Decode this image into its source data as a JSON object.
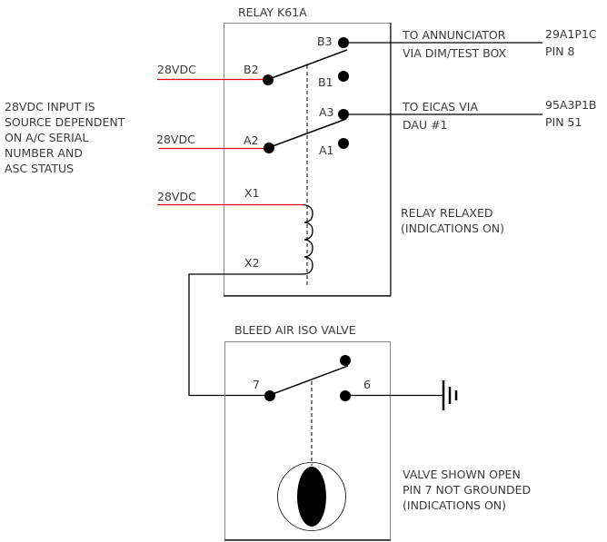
{
  "relay": {
    "title": "RELAY  K61A",
    "pins": {
      "b3": "B3",
      "b2": "B2",
      "b1": "B1",
      "a3": "A3",
      "a2": "A2",
      "a1": "A1",
      "x1": "X1",
      "x2": "X2"
    },
    "state_note": [
      "RELAY RELAXED",
      "(INDICATIONS ON)"
    ]
  },
  "inputs": {
    "b2_source": "28VDC",
    "a2_source": "28VDC",
    "x1_source": "28VDC",
    "source_note": [
      "28VDC INPUT IS",
      "SOURCE DEPENDENT",
      "ON A/C SERIAL",
      "NUMBER AND",
      "ASC STATUS"
    ]
  },
  "outputs": {
    "b3": {
      "destination": [
        "TO ANNUNCIATOR",
        "VIA DIM/TEST BOX"
      ],
      "connector": [
        "29A1P1C",
        "PIN 8"
      ]
    },
    "a3": {
      "destination": [
        "TO EICAS VIA",
        "DAU #1"
      ],
      "connector": [
        "95A3P1B",
        "PIN 51"
      ]
    }
  },
  "valve": {
    "title": "BLEED AIR ISO VALVE",
    "pins": {
      "p7": "7",
      "p6": "6"
    },
    "state_note": [
      "VALVE SHOWN OPEN",
      "PIN 7 NOT GROUNDED",
      "(INDICATIONS ON)"
    ]
  },
  "colors": {
    "power_wire": "#e00000",
    "wire": "#000000",
    "box": "#808080"
  }
}
